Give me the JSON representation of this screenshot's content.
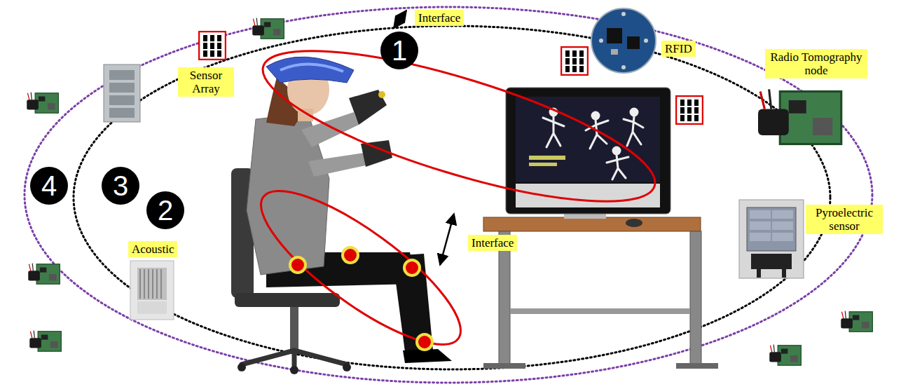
{
  "diagram": {
    "labels": [
      "Interface",
      "RFID",
      "1",
      "Sensor Array",
      "Radio Tomography node",
      "4",
      "3",
      "2",
      "Acoustic",
      "Interface",
      "Pyroelectric sensor"
    ]
  }
}
